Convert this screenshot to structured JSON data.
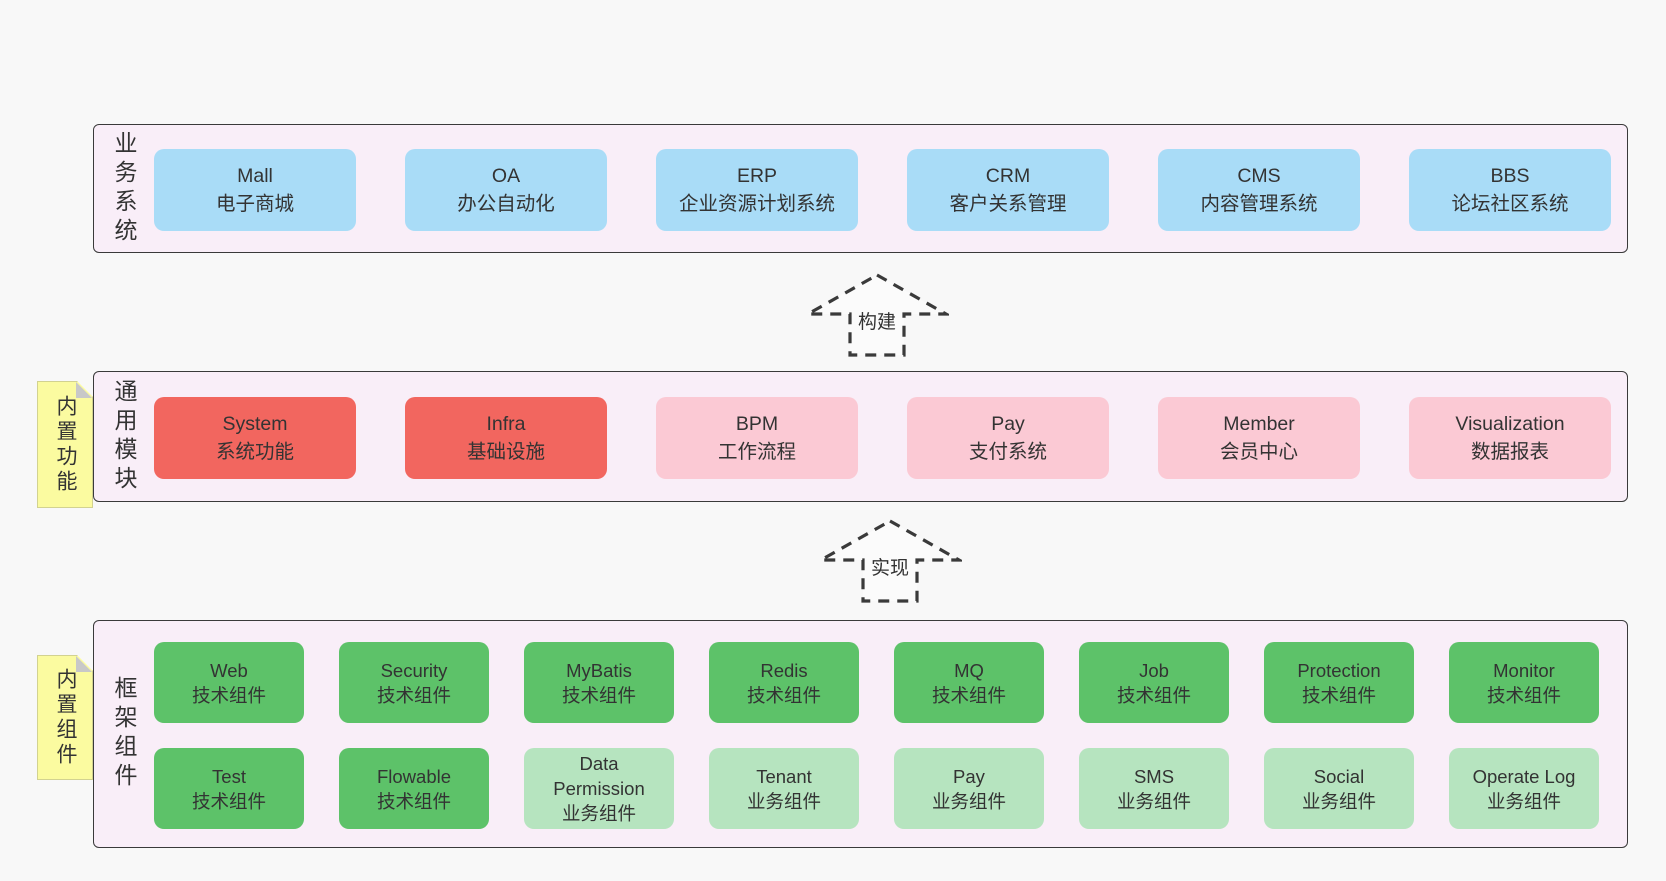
{
  "colors": {
    "page_bg": "#f8f8f8",
    "band_bg": "#f9eef8",
    "band_border": "#3a3a3a",
    "blue": "#a9dcf7",
    "red": "#f2665f",
    "pink": "#fbc9d4",
    "green": "#5dc269",
    "light_green": "#b6e4bf",
    "sticky_yellow": "#fbfba0",
    "sticky_fold": "#c8c8c8",
    "text": "#333333"
  },
  "arrows": [
    {
      "label": "构建"
    },
    {
      "label": "实现"
    }
  ],
  "bands": [
    {
      "label": "业务系统",
      "boxes": [
        {
          "line1": "Mall",
          "line2": "电子商城",
          "variant": "blue"
        },
        {
          "line1": "OA",
          "line2": "办公自动化",
          "variant": "blue"
        },
        {
          "line1": "ERP",
          "line2": "企业资源计划系统",
          "variant": "blue"
        },
        {
          "line1": "CRM",
          "line2": "客户关系管理",
          "variant": "blue"
        },
        {
          "line1": "CMS",
          "line2": "内容管理系统",
          "variant": "blue"
        },
        {
          "line1": "BBS",
          "line2": "论坛社区系统",
          "variant": "blue"
        }
      ]
    },
    {
      "label": "通用模块",
      "sticky": "内置功能",
      "boxes": [
        {
          "line1": "System",
          "line2": "系统功能",
          "variant": "red"
        },
        {
          "line1": "Infra",
          "line2": "基础设施",
          "variant": "red"
        },
        {
          "line1": "BPM",
          "line2": "工作流程",
          "variant": "pink"
        },
        {
          "line1": "Pay",
          "line2": "支付系统",
          "variant": "pink"
        },
        {
          "line1": "Member",
          "line2": "会员中心",
          "variant": "pink"
        },
        {
          "line1": "Visualization",
          "line2": "数据报表",
          "variant": "pink"
        }
      ]
    },
    {
      "label": "框架组件",
      "sticky": "内置组件",
      "rows": [
        [
          {
            "line1": "Web",
            "line2": "技术组件",
            "variant": "green"
          },
          {
            "line1": "Security",
            "line2": "技术组件",
            "variant": "green"
          },
          {
            "line1": "MyBatis",
            "line2": "技术组件",
            "variant": "green"
          },
          {
            "line1": "Redis",
            "line2": "技术组件",
            "variant": "green"
          },
          {
            "line1": "MQ",
            "line2": "技术组件",
            "variant": "green"
          },
          {
            "line1": "Job",
            "line2": "技术组件",
            "variant": "green"
          },
          {
            "line1": "Protection",
            "line2": "技术组件",
            "variant": "green"
          },
          {
            "line1": "Monitor",
            "line2": "技术组件",
            "variant": "green"
          }
        ],
        [
          {
            "line1": "Test",
            "line2": "技术组件",
            "variant": "green"
          },
          {
            "line1": "Flowable",
            "line2": "技术组件",
            "variant": "green"
          },
          {
            "line1": "Data Permission",
            "line2": "业务组件",
            "variant": "lightgreen"
          },
          {
            "line1": "Tenant",
            "line2": "业务组件",
            "variant": "lightgreen"
          },
          {
            "line1": "Pay",
            "line2": "业务组件",
            "variant": "lightgreen"
          },
          {
            "line1": "SMS",
            "line2": "业务组件",
            "variant": "lightgreen"
          },
          {
            "line1": "Social",
            "line2": "业务组件",
            "variant": "lightgreen"
          },
          {
            "line1": "Operate Log",
            "line2": "业务组件",
            "variant": "lightgreen"
          }
        ]
      ]
    }
  ]
}
